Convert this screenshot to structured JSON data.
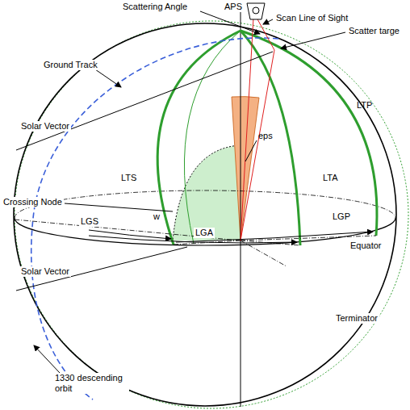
{
  "diagram": {
    "labels": [
      "APS",
      "Scattering Angle",
      "Scan Line of Sight",
      "Scatter targe",
      "Ground Track",
      "Solar Vector",
      "LTP",
      "eps",
      "LTS",
      "LTA",
      "w",
      "Crossing Node",
      "LGS",
      "LGP",
      "LGA",
      "Solar Vector",
      "Equator",
      "Terminator",
      "1330 descending orbit"
    ]
  }
}
